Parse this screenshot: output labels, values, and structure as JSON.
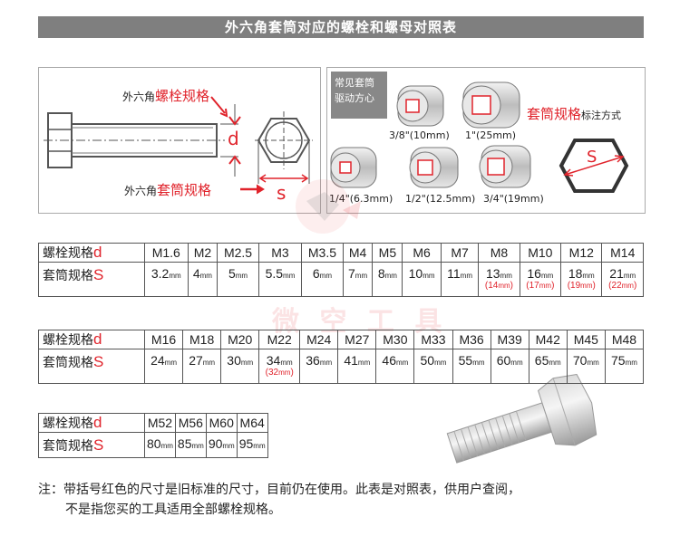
{
  "title": "外六角套筒对应的螺栓和螺母对照表",
  "diagram": {
    "bolt_label_prefix": "外六角",
    "bolt_label_red": "螺栓规格",
    "socket_label_prefix": "外六角",
    "socket_label_red": "套筒规格",
    "d_letter": "d",
    "s_letter": "s"
  },
  "sockets": {
    "note": "常见套筒驱动方心",
    "caption_red": "套筒规格",
    "caption_tail": "标注方式",
    "s_letter": "S",
    "drives": [
      "3/8\"(10mm)",
      "1\"(25mm)",
      "1/4\"(6.3mm)",
      "1/2\"(12.5mm)",
      "3/4\"(19mm)"
    ]
  },
  "row_labels": {
    "bolt": "螺栓规格",
    "socket": "套筒规格",
    "bolt_letter": "d",
    "socket_letter": "S"
  },
  "unit": "mm",
  "tables": [
    {
      "bolts": [
        "M1.6",
        "M2",
        "M2.5",
        "M3",
        "M3.5",
        "M4",
        "M5",
        "M6",
        "M7",
        "M8",
        "M10",
        "M12",
        "M14"
      ],
      "sockets": [
        "3.2",
        "4",
        "5",
        "5.5",
        "6",
        "7",
        "8",
        "10",
        "11",
        "13",
        "16",
        "18",
        "21"
      ],
      "old": [
        "",
        "",
        "",
        "",
        "",
        "",
        "",
        "",
        "",
        "14",
        "17",
        "19",
        "22"
      ]
    },
    {
      "bolts": [
        "M16",
        "M18",
        "M20",
        "M22",
        "M24",
        "M27",
        "M30",
        "M33",
        "M36",
        "M39",
        "M42",
        "M45",
        "M48"
      ],
      "sockets": [
        "24",
        "27",
        "30",
        "34",
        "36",
        "41",
        "46",
        "50",
        "55",
        "60",
        "65",
        "70",
        "75"
      ],
      "old": [
        "",
        "",
        "",
        "32",
        "",
        "",
        "",
        "",
        "",
        "",
        "",
        "",
        ""
      ]
    },
    {
      "bolts": [
        "M52",
        "M56",
        "M60",
        "M64"
      ],
      "sockets": [
        "80",
        "85",
        "90",
        "95"
      ],
      "old": [
        "",
        "",
        "",
        ""
      ]
    }
  ],
  "note_line1": "注：带括号红色的尺寸是旧标准的尺寸，目前仍在使用。此表是对照表，供用户查阅，",
  "note_line2": "不是指您买的工具适用全部螺栓规格。",
  "watermark": "微 空 工 具"
}
